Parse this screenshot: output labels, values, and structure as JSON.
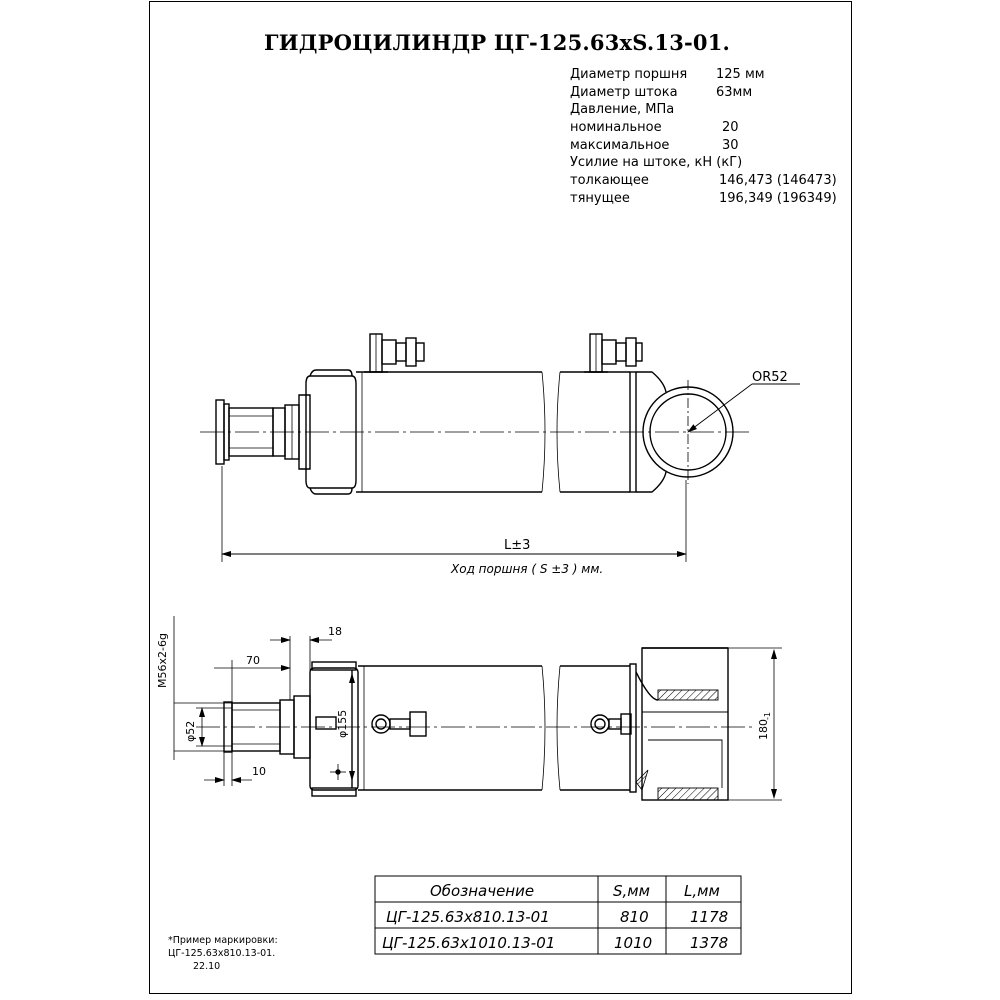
{
  "title": "ГИДРОЦИЛИНДР ЦГ-125.63хS.13-01.",
  "specs": [
    {
      "label": "Диаметр поршня",
      "value": "125 мм"
    },
    {
      "label": "Диаметр штока",
      "value": "63мм"
    },
    {
      "label": "Давление, МПа",
      "value": ""
    },
    {
      "label": "номинальное",
      "value": "20"
    },
    {
      "label": "максимальное",
      "value": "30"
    },
    {
      "label": "Усилие на штоке, кН (кГ)",
      "value": ""
    },
    {
      "label": "толкающее",
      "value": "146,473 (146473)"
    },
    {
      "label": "тянущее",
      "value": "196,349 (196349)"
    }
  ],
  "dimensions": {
    "radius": "OR52",
    "length": "L±3",
    "stroke": "Ход поршня ( S ±3 ) мм.",
    "thread": "M56х2-6g",
    "d52": "φ52",
    "d155": "φ155",
    "len70": "70",
    "len18": "18",
    "len10": "10",
    "height180": "180",
    "height180_tol": "-1"
  },
  "table": {
    "headers": [
      "Обозначение",
      "S,мм",
      "L,мм"
    ],
    "rows": [
      [
        "ЦГ-125.63х810.13-01",
        "810",
        "1178"
      ],
      [
        "ЦГ-125.63х1010.13-01",
        "1010",
        "1378"
      ]
    ]
  },
  "marking_example": {
    "line1": "*Пример маркировки:",
    "line2": "ЦГ-125.63х810.13-01.",
    "line3": "22.10"
  }
}
